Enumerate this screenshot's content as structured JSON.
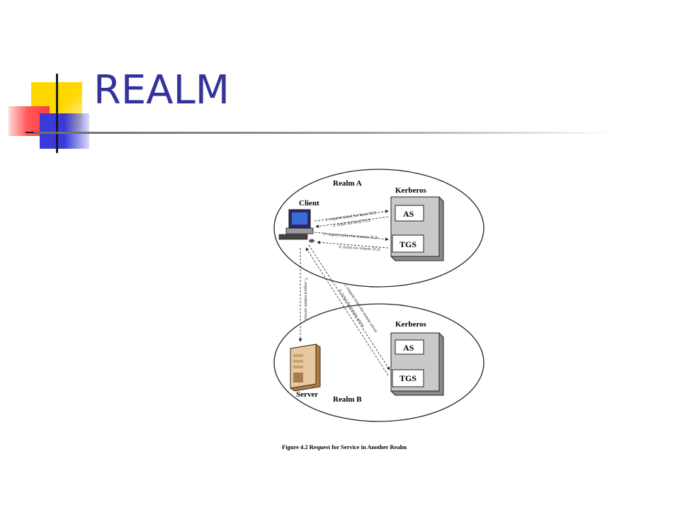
{
  "slide": {
    "title": "REALM"
  },
  "diagram": {
    "realm_a_label": "Realm A",
    "realm_b_label": "Realm B",
    "client_label": "Client",
    "server_label": "Server",
    "kerberos_a_label": "Kerberos",
    "kerberos_b_label": "Kerberos",
    "as_a_label": "AS",
    "tgs_a_label": "TGS",
    "as_b_label": "AS",
    "tgs_b_label": "TGS",
    "steps": {
      "s1": "1. request ticket for local TGS",
      "s2": "2. ticket for local TGS",
      "s3": "3. request ticket for remote TGS",
      "s4": "4. ticket for remote TGS",
      "s5": "5. request ticket for remote server",
      "s6": "6. ticket for remote server",
      "s7": "7. request remote service"
    },
    "caption": "Figure 4.2   Request for Service in Another Realm"
  }
}
